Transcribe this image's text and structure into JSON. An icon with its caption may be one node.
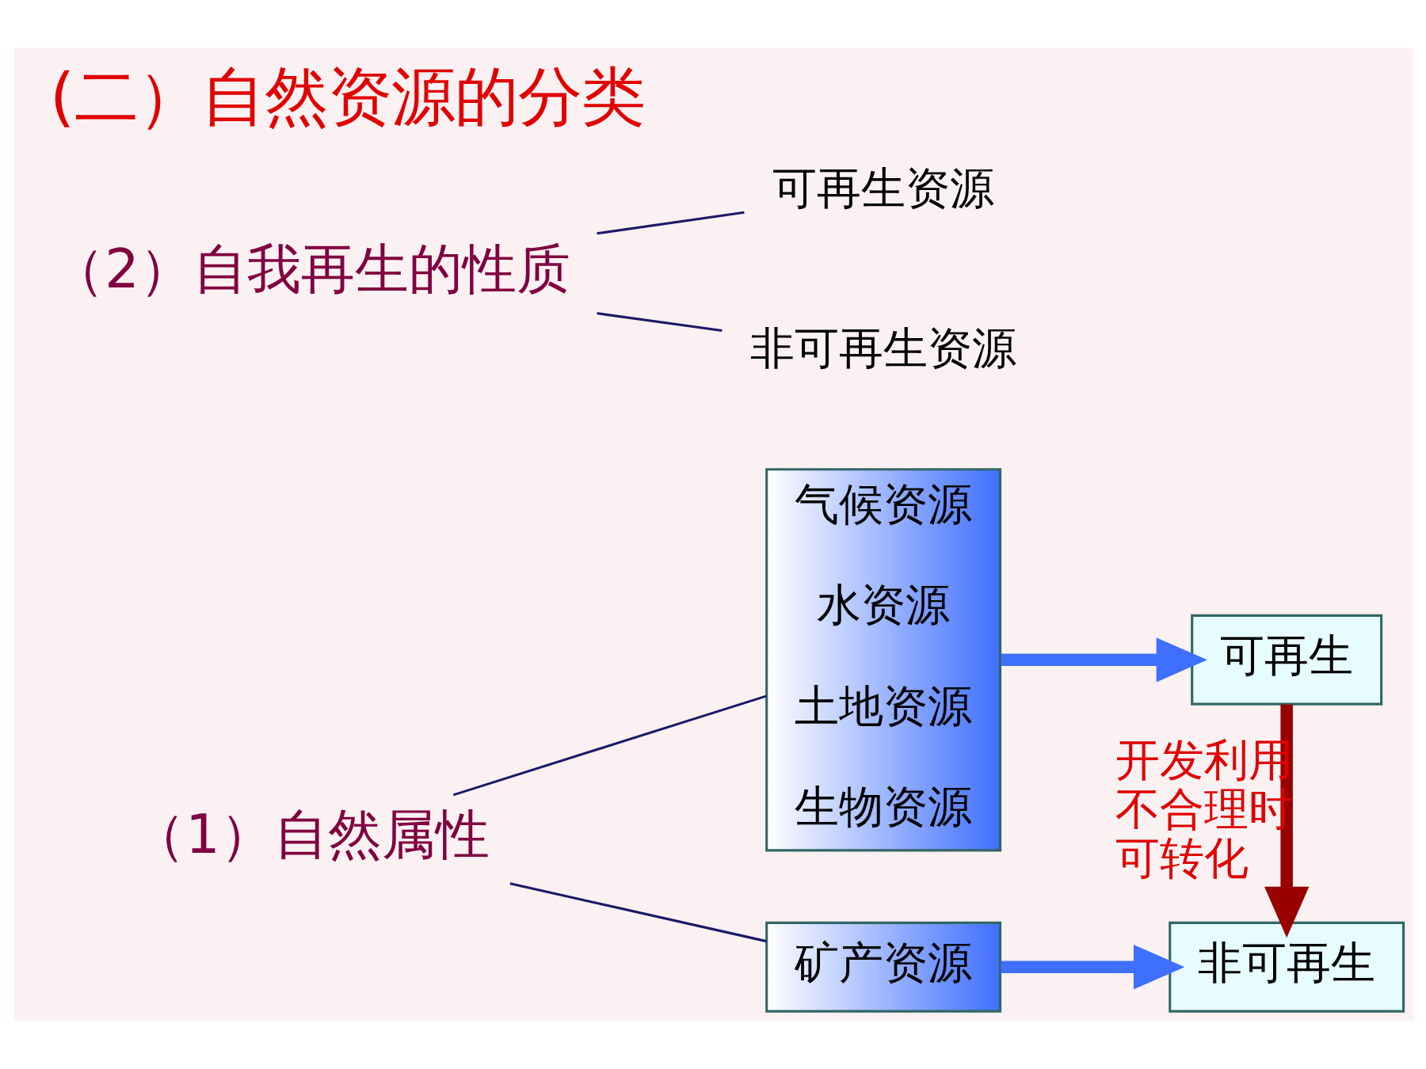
{
  "diagram": {
    "title": "(二）自然资源的分类",
    "nodes": [
      {
        "text": [
          "（1）自然属性"
        ]
      },
      {
        "text": [
          "矿产资源"
        ]
      },
      {
        "text": [
          "气候资源",
          "水资源",
          "土地资源",
          "生物资源"
        ]
      },
      {
        "text": [
          "非可再生"
        ]
      },
      {
        "text": [
          "可再生"
        ]
      },
      {
        "text": [
          "（2）自我再生的性质"
        ]
      },
      {
        "text": [
          "可再生资源"
        ]
      },
      {
        "text": [
          "非可再生资源"
        ]
      }
    ],
    "edges": [
      {
        "from": 0,
        "to": 1,
        "arrow": "none"
      },
      {
        "from": 0,
        "to": 2,
        "arrow": "none"
      },
      {
        "from": 1,
        "to": 3,
        "arrow": "to",
        "style": "thick",
        "color": "#3f6fff"
      },
      {
        "from": 2,
        "to": 4,
        "arrow": "to",
        "style": "thick",
        "color": "#3f6fff"
      },
      {
        "from": 4,
        "to": 3,
        "arrow": "to",
        "label": "开发利用不合理时可转化",
        "style": "thick",
        "color": "#990000"
      },
      {
        "from": 5,
        "to": 6,
        "arrow": "none"
      },
      {
        "from": 5,
        "to": 7,
        "arrow": "none"
      }
    ]
  }
}
